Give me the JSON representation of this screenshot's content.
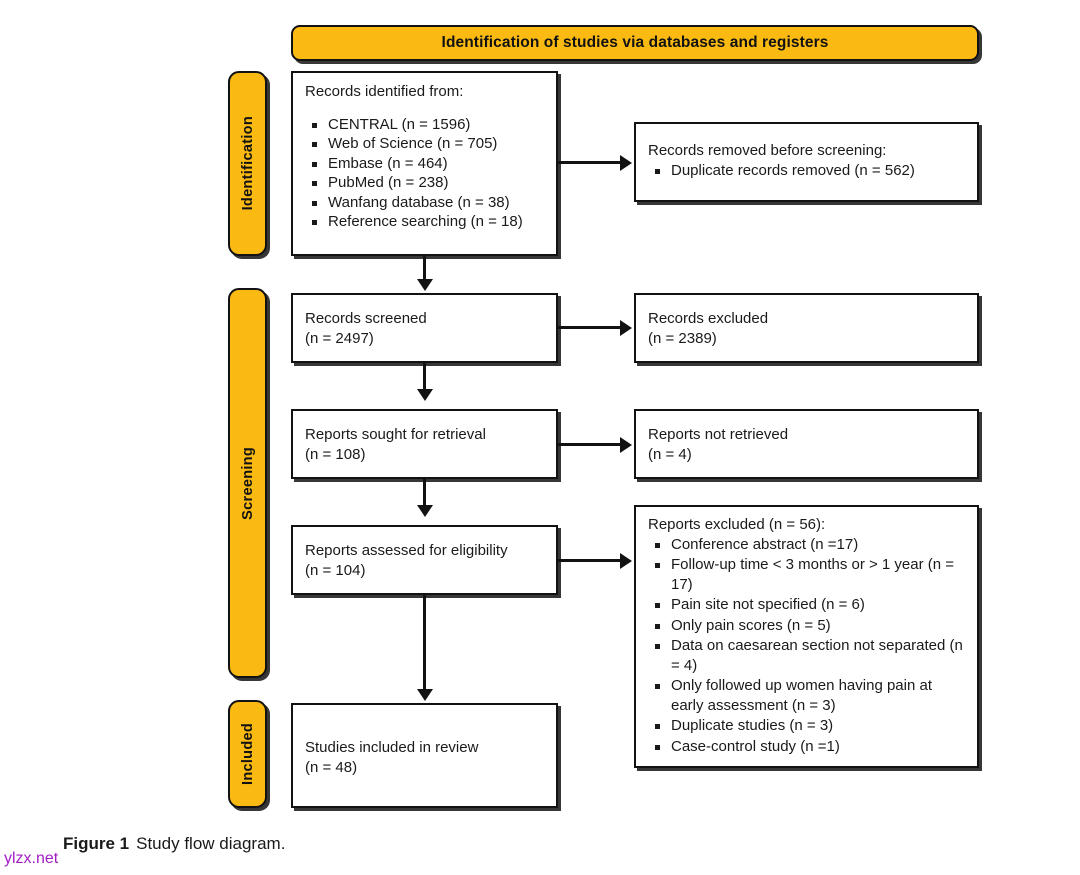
{
  "figure": {
    "number_label": "Figure 1",
    "caption": "Study flow diagram."
  },
  "watermark": {
    "text": "ylzx.net",
    "color": "#A21CC4"
  },
  "colors": {
    "stage_bar_fill": "#FBBA11",
    "outline": "#121212",
    "box_fill": "#FFFFFF",
    "text": "#1A1A1A"
  },
  "header": {
    "title": "Identification of studies via databases and registers"
  },
  "stages": [
    {
      "id": "identification",
      "label": "Identification"
    },
    {
      "id": "screening",
      "label": "Screening"
    },
    {
      "id": "included",
      "label": "Included"
    }
  ],
  "boxes": {
    "records_identified": {
      "lead": "Records identified from:",
      "items": [
        "CENTRAL (n = 1596)",
        "Web of Science (n = 705)",
        "Embase (n = 464)",
        "PubMed (n = 238)",
        "Wanfang database (n = 38)",
        "Reference searching (n = 18)"
      ]
    },
    "records_removed": {
      "lead": "Records removed before screening:",
      "items": [
        "Duplicate records removed  (n = 562)"
      ]
    },
    "records_screened": {
      "line1": "Records screened",
      "line2": "(n = 2497)"
    },
    "records_excluded": {
      "line1": "Records excluded",
      "line2": "(n = 2389)"
    },
    "reports_sought": {
      "line1": "Reports sought for retrieval",
      "line2": "(n = 108)"
    },
    "reports_not_retrieved": {
      "line1": "Reports not retrieved",
      "line2": "(n = 4)"
    },
    "reports_assessed": {
      "line1": "Reports assessed for eligibility",
      "line2": "(n = 104)"
    },
    "reports_excluded": {
      "lead": "Reports excluded (n = 56):",
      "items": [
        "Conference abstract (n =17)",
        "Follow-up time < 3 months or > 1 year (n = 17)",
        "Pain site not specified (n = 6)",
        "Only pain scores (n = 5)",
        "Data on caesarean section not separated (n = 4)",
        "Only followed up women having pain at early assessment (n = 3)",
        "Duplicate studies (n = 3)",
        "Case-control study (n =1)"
      ]
    },
    "studies_included": {
      "line1": "Studies included in review",
      "line2": "(n = 48)"
    }
  }
}
